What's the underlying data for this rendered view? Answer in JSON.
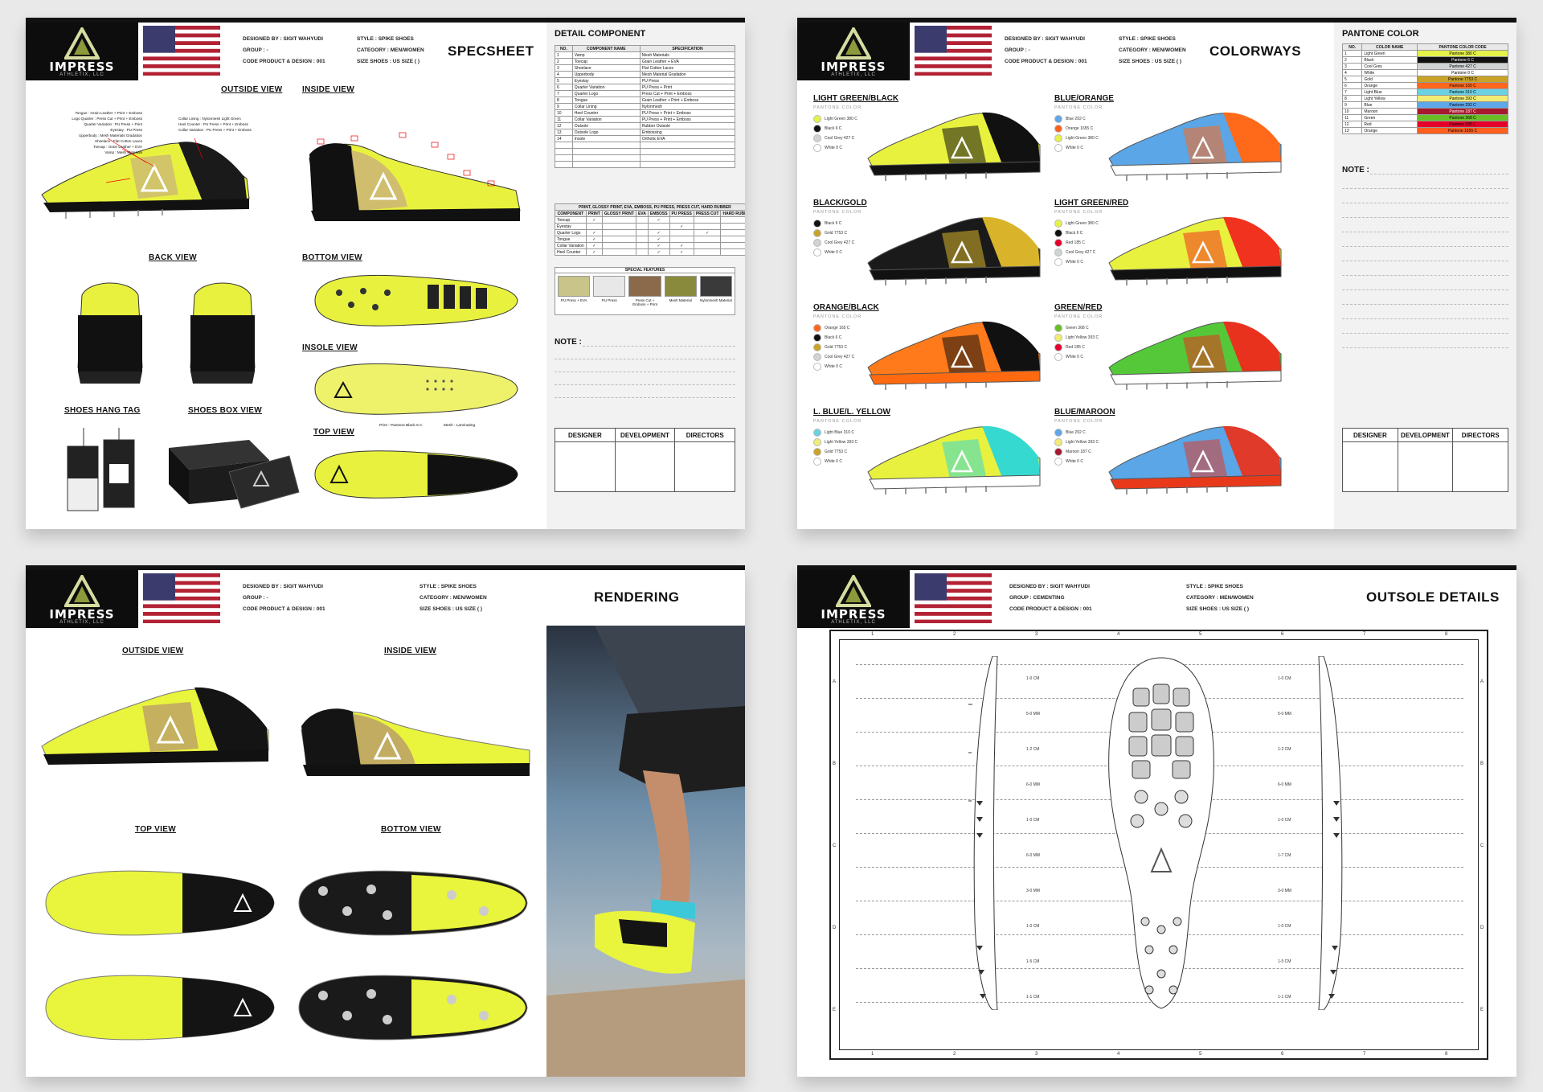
{
  "brand": {
    "name": "IMPRESS",
    "sub": "ATHLETIX, LLC"
  },
  "colors": {
    "accent_yellow": "#e6f03c",
    "black": "#111111"
  },
  "specsheet": {
    "designed_by": "DESIGNED BY : SIGIT WAHYUDI",
    "group": "GROUP : -",
    "code": "CODE PRODUCT & DESIGN : 001",
    "style": "STYLE : SPIKE SHOES",
    "category": "CATEGORY : MEN/WOMEN",
    "size": "SIZE SHOES : US SIZE (   )",
    "title": "SPECSHEET",
    "labels": {
      "outside": "OUTSIDE VIEW",
      "inside": "INSIDE VIEW",
      "back": "BACK VIEW",
      "bottom": "BOTTOM VIEW",
      "insole": "INSOLE VIEW",
      "hang_tag": "SHOES HANG TAG",
      "box": "SHOES BOX VIEW",
      "top": "TOP VIEW"
    },
    "callouts": [
      "Tongue : Grain Leather + Print + Emboss",
      "Logo Quarter : Press Cut + Print + Emboss",
      "Quarter Variation : PU Press + Print",
      "Eyestay : PU Press",
      "Upperbody : Mesh Materials Gradation",
      "Shoelace : Flat Cotton Laces",
      "Toecap : Grain Leather + EVA",
      "Vamp : Mesh Materials",
      "Collar Lining : Nylonmesh Light Green",
      "Heel Counter : PU Press + Print + Emboss",
      "Collar Variation : PU Press + Print + Emboss"
    ],
    "insole_callouts": [
      "Print : Pantone Black 6 C",
      "Mesh : Laminating"
    ],
    "detail_title": "DETAIL COMPONENT",
    "detail_headers": [
      "NO.",
      "COMPONENT NAME",
      "SPECIFICATION"
    ],
    "detail_rows": [
      [
        "1",
        "Vamp",
        "Mesh Materials"
      ],
      [
        "2",
        "Toecap",
        "Grain Leather + EVA"
      ],
      [
        "3",
        "Shoelace",
        "Flat Cotton Laces"
      ],
      [
        "4",
        "Upperbody",
        "Mesh Material Gradation"
      ],
      [
        "5",
        "Eyestay",
        "PU Press"
      ],
      [
        "6",
        "Quarter Variation",
        "PU Press + Print"
      ],
      [
        "7",
        "Quarter Logo",
        "Press Cut + Print + Emboss"
      ],
      [
        "8",
        "Tongue",
        "Grain Leather + Print + Emboss"
      ],
      [
        "9",
        "Collar Lining",
        "Nylonmesh"
      ],
      [
        "10",
        "Heel Counter",
        "PU Press + Print + Emboss"
      ],
      [
        "11",
        "Collar Variation",
        "PU Press + Print + Emboss"
      ],
      [
        "12",
        "Outsole",
        "Rubber Outsole"
      ],
      [
        "13",
        "Outsole Logo",
        "Embossing"
      ],
      [
        "14",
        "Insole",
        "Orthotic EVA"
      ]
    ],
    "process_header": "PRINT, GLOSSY PRINT, EVA, EMBOSS, PU PRESS, PRESS CUT, HARD RUBBER",
    "process_cols": [
      "COMPONENT",
      "PRINT",
      "GLOSSY PRINT",
      "EVA",
      "EMBOSS",
      "PU PRESS",
      "PRESS CUT",
      "HARD RUBBER"
    ],
    "process_rows": [
      "Toecap",
      "Eyestay",
      "Quarter Logo",
      "Tongue",
      "Collar Variation",
      "Heel Counter"
    ],
    "special_title": "SPECIAL FEATURES",
    "special_items": [
      "PU Press + EVA",
      "PU Press",
      "Press Cut + Emboss + Print",
      "Mesh Material",
      "Nylonmesh Material"
    ],
    "note": "NOTE :",
    "sign": [
      "DESIGNER",
      "DEVELOPMENT",
      "DIRECTORS"
    ]
  },
  "colorways": {
    "designed_by": "DESIGNED BY : SIGIT WAHYUDI",
    "group": "GROUP : -",
    "code": "CODE PRODUCT & DESIGN : 001",
    "style": "STYLE : SPIKE SHOES",
    "category": "CATEGORY : MEN/WOMEN",
    "size": "SIZE SHOES : US SIZE (   )",
    "title": "COLORWAYS",
    "pantone_sub": "PANTONE COLOR",
    "items": [
      {
        "name": "LIGHT GREEN/BLACK",
        "body": "#e8f23e",
        "accent": "#111111",
        "sole": "#111111",
        "swatches": [
          [
            "Light Green 380 C",
            "#e4f24a"
          ],
          [
            "Black 6 C",
            "#111111"
          ],
          [
            "Cool Grey 427 C",
            "#d0d3d4"
          ],
          [
            "White 0 C",
            "#ffffff"
          ]
        ]
      },
      {
        "name": "BLUE/ORANGE",
        "body": "#5aa6e6",
        "accent": "#ff6a1a",
        "sole": "#ffffff",
        "swatches": [
          [
            "Blue 292 C",
            "#5ea7e8"
          ],
          [
            "Orange 1655 C",
            "#ff5f1f"
          ],
          [
            "Light Green 380 C",
            "#e4f24a"
          ],
          [
            "White 0 C",
            "#ffffff"
          ]
        ]
      },
      {
        "name": "BLACK/GOLD",
        "body": "#1a1a1a",
        "accent": "#d9b42a",
        "sole": "#111111",
        "swatches": [
          [
            "Black 6 C",
            "#111111"
          ],
          [
            "Gold 7753 C",
            "#c9a227"
          ],
          [
            "Cool Grey 427 C",
            "#d0d3d4"
          ],
          [
            "White 0 C",
            "#ffffff"
          ]
        ]
      },
      {
        "name": "LIGHT GREEN/RED",
        "body": "#e8f23e",
        "accent": "#f0321e",
        "sole": "#111111",
        "swatches": [
          [
            "Light Green 380 C",
            "#e4f24a"
          ],
          [
            "Black 6 C",
            "#111111"
          ],
          [
            "Red 185 C",
            "#e4002b"
          ],
          [
            "Cool Grey 427 C",
            "#d0d3d4"
          ],
          [
            "White 0 C",
            "#ffffff"
          ]
        ]
      },
      {
        "name": "ORANGE/BLACK",
        "body": "#ff7a1a",
        "accent": "#111111",
        "sole": "#ff6a10",
        "swatches": [
          [
            "Orange 165 C",
            "#ff671f"
          ],
          [
            "Black 6 C",
            "#111111"
          ],
          [
            "Gold 7753 C",
            "#c9a227"
          ],
          [
            "Cool Grey 427 C",
            "#d0d3d4"
          ],
          [
            "White 0 C",
            "#ffffff"
          ]
        ]
      },
      {
        "name": "GREEN/RED",
        "body": "#55c83a",
        "accent": "#e8321e",
        "sole": "#ffffff",
        "swatches": [
          [
            "Green 368 C",
            "#69be28"
          ],
          [
            "Light Yellow 393 C",
            "#f0ec74"
          ],
          [
            "Red 185 C",
            "#e4002b"
          ],
          [
            "White 0 C",
            "#ffffff"
          ]
        ]
      },
      {
        "name": "L. BLUE/L. YELLOW",
        "body": "#e8f23e",
        "accent": "#36d9d0",
        "sole": "#ffffff",
        "swatches": [
          [
            "Light Blue 310 C",
            "#6ad1e3"
          ],
          [
            "Light Yellow 393 C",
            "#f0ec74"
          ],
          [
            "Gold 7753 C",
            "#c9a227"
          ],
          [
            "White 0 C",
            "#ffffff"
          ]
        ]
      },
      {
        "name": "BLUE/MAROON",
        "body": "#5aa6e6",
        "accent": "#e03a2a",
        "sole": "#e83a1a",
        "swatches": [
          [
            "Blue 292 C",
            "#5ea7e8"
          ],
          [
            "Light Yellow 393 C",
            "#f0ec74"
          ],
          [
            "Maroon 187 C",
            "#a6192e"
          ],
          [
            "White 0 C",
            "#ffffff"
          ]
        ]
      }
    ],
    "pantone_title": "PANTONE COLOR",
    "pantone_headers": [
      "NO.",
      "COLOR NAME",
      "PANTONE COLOR CODE"
    ],
    "pantone_rows": [
      [
        "1",
        "Light Green",
        "Pantone 380 C",
        "#e4f24a"
      ],
      [
        "2",
        "Black",
        "Pantone 6 C",
        "#111111"
      ],
      [
        "3",
        "Cool Grey",
        "Pantone 427 C",
        "#d0d3d4"
      ],
      [
        "4",
        "White",
        "Pantone 0 C",
        "#ffffff"
      ],
      [
        "5",
        "Gold",
        "Pantone 7753 C",
        "#c9a227"
      ],
      [
        "6",
        "Orange",
        "Pantone 165 C",
        "#ff671f"
      ],
      [
        "7",
        "Light Blue",
        "Pantone 310 C",
        "#6ad1e3"
      ],
      [
        "8",
        "Light Yellow",
        "Pantone 393 C",
        "#f0ec74"
      ],
      [
        "9",
        "Blue",
        "Pantone 292 C",
        "#5ea7e8"
      ],
      [
        "10",
        "Maroon",
        "Pantone 187 C",
        "#a6192e"
      ],
      [
        "11",
        "Green",
        "Pantone 368 C",
        "#69be28"
      ],
      [
        "12",
        "Red",
        "Pantone 185 C",
        "#e4002b"
      ],
      [
        "13",
        "Orange",
        "Pantone 1655 C",
        "#ff5f1f"
      ]
    ],
    "note": "NOTE :",
    "sign": [
      "DESIGNER",
      "DEVELOPMENT",
      "DIRECTORS"
    ]
  },
  "rendering": {
    "designed_by": "DESIGNED BY : SIGIT WAHYUDI",
    "group": "GROUP : -",
    "code": "CODE PRODUCT & DESIGN : 001",
    "style": "STYLE : SPIKE SHOES",
    "category": "CATEGORY : MEN/WOMEN",
    "size": "SIZE SHOES : US SIZE (   )",
    "title": "RENDERING",
    "labels": {
      "outside": "OUTSIDE VIEW",
      "inside": "INSIDE VIEW",
      "top": "TOP VIEW",
      "bottom": "BOTTOM VIEW"
    }
  },
  "outsole": {
    "designed_by": "DESIGNED BY : SIGIT WAHYUDI",
    "group": "GROUP : CEMENTING",
    "code": "CODE PRODUCT & DESIGN : 001",
    "style": "STYLE : SPIKE SHOES",
    "category": "CATEGORY : MEN/WOMEN",
    "size": "SIZE SHOES : US SIZE (   )",
    "title": "OUTSOLE DETAILS",
    "columns": [
      "1",
      "2",
      "3",
      "4",
      "5",
      "6",
      "7",
      "8"
    ],
    "rows": [
      "A",
      "B",
      "C",
      "D",
      "E"
    ],
    "dims_left": [
      "1-0 CM",
      "5-0 MM",
      "1-2 CM",
      "6-0 MM",
      "1-0 CM",
      "6-0 MM",
      "3-0 MM",
      "1-0 CM",
      "1-5 CM",
      "1-1 CM"
    ],
    "dims_right": [
      "1-0 CM",
      "5-0 MM",
      "1-2 CM",
      "6-0 MM",
      "1-0 CM",
      "1-7 CM",
      "3-0 MM",
      "1-0 CM",
      "1-5 CM",
      "1-1 CM"
    ]
  }
}
